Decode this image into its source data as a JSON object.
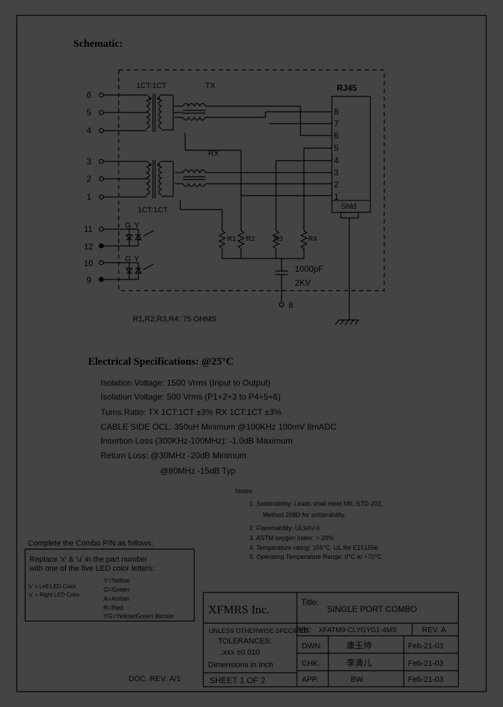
{
  "schematic": {
    "title": "Schematic:",
    "ratio_top": "1CT:1CT",
    "ratio_bottom": "1CT:1CT",
    "tx": "TX",
    "rx": "RX",
    "rj45": "RJ45",
    "pins_left_top": [
      "6",
      "5",
      "4"
    ],
    "pins_left_bottom": [
      "3",
      "2",
      "1"
    ],
    "rj_pins": [
      "8",
      "7",
      "6",
      "5",
      "4",
      "3",
      "2",
      "1"
    ],
    "shld": "Shld",
    "resistors": [
      "R1",
      "R2",
      "R3",
      "R4"
    ],
    "cap_value": "1000pF",
    "cap_voltage": "2KV",
    "ground_pin": "8",
    "led_pins": [
      "11",
      "12",
      "10",
      "9"
    ],
    "led_letters": [
      "G",
      "Y",
      "G",
      "Y"
    ],
    "resistor_note": "R1,R2,R3,R4:  75  OHMS"
  },
  "electrical": {
    "title": "Electrical   Specifications: @25°C",
    "lines": [
      "Isolation Voltage:  1500 Vrms (Input to Output)",
      "Isolation Voltage:  500 Vrms (P1+2+3 to P4+5+6)",
      "Turns Ratio: TX  1CT:1CT  ±3%  RX  1CT:1CT  ±3%",
      "CABLE SIDE OCL: 350uH Minimum @100KHz 100mV 8mADC",
      "Insertion Loss (300KHz-100MHz): -1.0dB Maximum",
      "Return Loss: @30MHz   -20dB Minimum",
      "@80MHz   -15dB Typ"
    ]
  },
  "notes": {
    "title": "Notes:",
    "items": [
      "1.  Solderability: Leads shall meet MIL-STD-202,",
      "Method 208D for solderability.",
      "2.  Flammability: UL94V-0",
      "3.  ASTM oxygen index: > 28%",
      "4.  Temperature rating: 155°C. UL file E151556",
      "5.  Operating Temperature Range:  0°C to +70°C"
    ]
  },
  "combo": {
    "heading": "Complete the Combo P/N as follows:",
    "replace_line1": "Replace 'x' & 'u' in the part number",
    "replace_line2": "with one of the five LED color letters:",
    "x_def": "'x' = Left LED Color",
    "u_def": "'u' = Right LED Color",
    "colors": [
      "Y=Yellow",
      "G=Green",
      "A=Amber",
      "R=Red",
      "YG=Yellow/Green Bicolor"
    ]
  },
  "titleblock": {
    "company": "XFMRS Inc.",
    "title_label": "Title:",
    "title_value": "SINGLE PORT COMBO",
    "unless": "UNLESS OTHERWISE SPECIFIED",
    "tolerances": "TOLERANCES:",
    "tol_value": ".xxx  ±0.010",
    "dimensions": "Dimensions in Inch",
    "sheet": "SHEET  1  OF  2",
    "pn_label": "P/N:",
    "pn_value": "XFATM9-CLYGYG1-4MS",
    "rev": "REV. A",
    "rows": [
      {
        "label": "DWN.",
        "sign": "康玉帅",
        "date": "Feb-21-03"
      },
      {
        "label": "CHK.",
        "sign": "李清儿",
        "date": "Feb-21-03"
      },
      {
        "label": "APP.",
        "sign": "BW",
        "date": "Feb-21-03"
      }
    ],
    "doc_rev": "DOC. REV: A/1"
  }
}
